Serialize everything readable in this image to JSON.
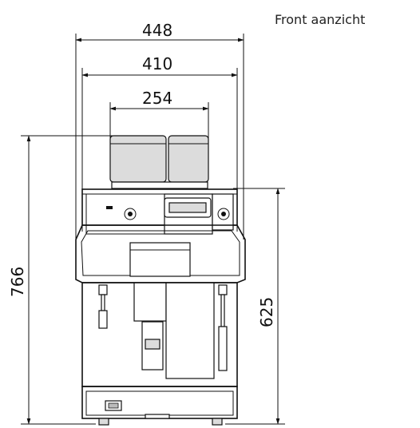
{
  "view_title": "Front aanzicht",
  "dimensions": {
    "overall_width": "448",
    "body_width": "410",
    "hopper_width": "254",
    "overall_height": "766",
    "body_height": "625"
  }
}
